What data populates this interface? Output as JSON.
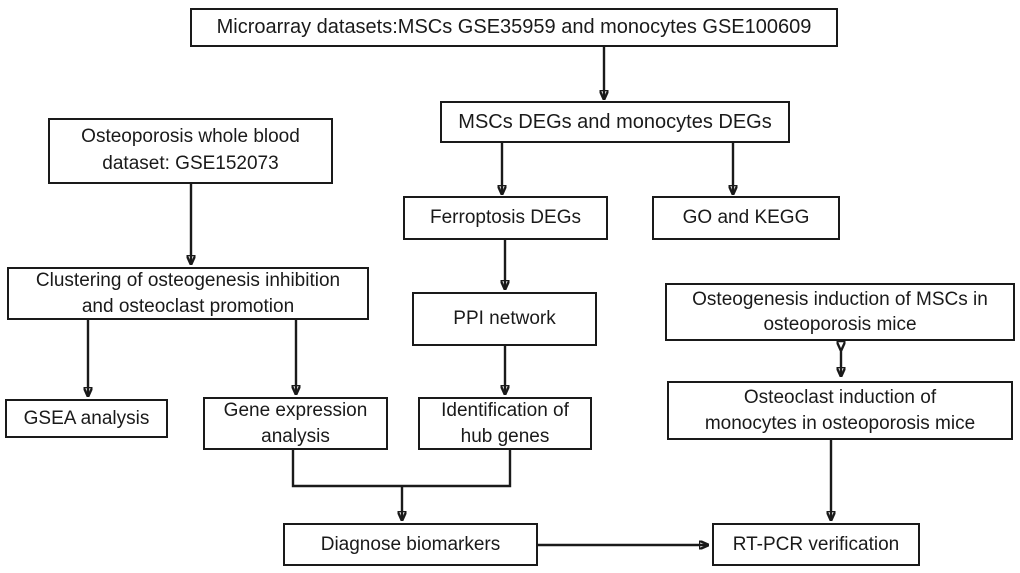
{
  "figure": {
    "title": "Study workflow flowchart",
    "colors": {
      "ink": "#1a1a1a",
      "background": "#ffffff"
    },
    "nodes": {
      "microarray": {
        "label": "Microarray datasets:MSCs GSE35959 and monocytes GSE100609"
      },
      "degs": {
        "label": "MSCs DEGs and monocytes DEGs"
      },
      "osteo_dataset": {
        "label": "Osteoporosis whole blood dataset: GSE152073"
      },
      "ferroptosis": {
        "label": "Ferroptosis DEGs"
      },
      "go_kegg": {
        "label": "GO and KEGG"
      },
      "clustering": {
        "label": "Clustering of osteogenesis inhibition and osteoclast promotion"
      },
      "ppi": {
        "label": "PPI network"
      },
      "osteogenesis_induction": {
        "label": "Osteogenesis induction of MSCs in osteoporosis mice"
      },
      "gsea": {
        "label": "GSEA analysis"
      },
      "gene_expression": {
        "label": "Gene expression analysis"
      },
      "hub_genes": {
        "label": "Identification of hub genes"
      },
      "osteoclast_induction": {
        "label": "Osteoclast induction of monocytes in osteoporosis mice"
      },
      "diagnose": {
        "label": "Diagnose biomarkers"
      },
      "rtpcr": {
        "label": "RT-PCR verification"
      }
    },
    "edges": [
      {
        "from": "microarray",
        "to": "degs",
        "type": "arrow"
      },
      {
        "from": "degs",
        "to": "ferroptosis",
        "type": "arrow"
      },
      {
        "from": "degs",
        "to": "go_kegg",
        "type": "arrow"
      },
      {
        "from": "osteo_dataset",
        "to": "clustering",
        "type": "arrow"
      },
      {
        "from": "ferroptosis",
        "to": "ppi",
        "type": "arrow"
      },
      {
        "from": "ppi",
        "to": "hub_genes",
        "type": "arrow"
      },
      {
        "from": "clustering",
        "to": "gsea",
        "type": "arrow"
      },
      {
        "from": "clustering",
        "to": "gene_expression",
        "type": "arrow"
      },
      {
        "from": "gene_expression",
        "to": "diagnose",
        "type": "merge-arrow"
      },
      {
        "from": "hub_genes",
        "to": "diagnose",
        "type": "merge-arrow"
      },
      {
        "from": "osteogenesis_induction",
        "to": "osteoclast_induction",
        "type": "double-arrow"
      },
      {
        "from": "osteoclast_induction",
        "to": "rtpcr",
        "type": "arrow"
      },
      {
        "from": "diagnose",
        "to": "rtpcr",
        "type": "arrow"
      }
    ]
  }
}
